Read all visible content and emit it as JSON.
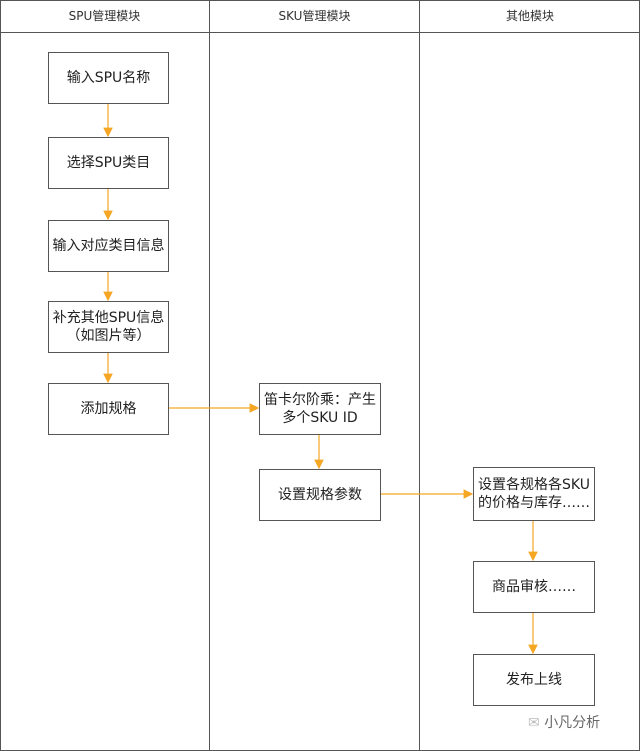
{
  "lanes": [
    "SPU管理模块",
    "SKU管理模块",
    "其他模块"
  ],
  "spu_steps": [
    "输入SPU名称",
    "选择SPU类目",
    "输入对应类目信息",
    "补充其他SPU信息（如图片等）",
    "添加规格"
  ],
  "sku_steps": [
    "笛卡尔阶乘：产生多个SKU ID",
    "设置规格参数"
  ],
  "other_steps": [
    "设置各规格各SKU的价格与库存……",
    "商品审核……",
    "发布上线"
  ],
  "watermark": "小凡分析",
  "colors": {
    "arrow": "#f5a623",
    "border": "#555555"
  }
}
